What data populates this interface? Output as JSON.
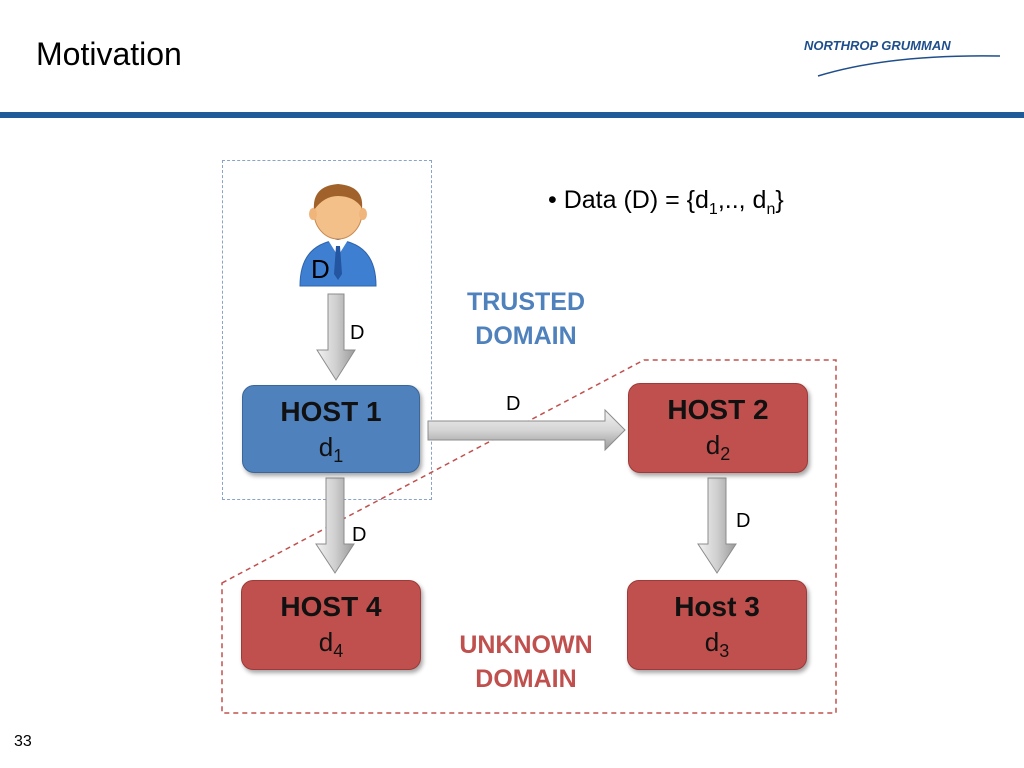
{
  "slide": {
    "title": "Motivation",
    "number": "33",
    "logo_text": "NORTHROP GRUMMAN"
  },
  "bullet": {
    "prefix": "• Data (D) = {d",
    "sub1": "1",
    "middle": ",.., d",
    "subn": "n",
    "suffix": "}"
  },
  "user": {
    "label": "D"
  },
  "hosts": {
    "host1": {
      "name": "HOST 1",
      "data": "d",
      "sub": "1"
    },
    "host2": {
      "name": "HOST 2",
      "data": "d",
      "sub": "2"
    },
    "host3": {
      "name": "Host 3",
      "data": "d",
      "sub": "3"
    },
    "host4": {
      "name": "HOST 4",
      "data": "d",
      "sub": "4"
    }
  },
  "arrow_labels": {
    "user_to_host1": "D",
    "host1_to_host2": "D",
    "host1_to_host4": "D",
    "host2_to_host3": "D"
  },
  "domains": {
    "trusted_line1": "TRUSTED",
    "trusted_line2": "DOMAIN",
    "unknown_line1": "UNKNOWN",
    "unknown_line2": "DOMAIN"
  },
  "colors": {
    "trusted": "#4f81bd",
    "unknown": "#c0504d",
    "header_rule": "#1f5a99",
    "arrow_fill": "#d9d9d9"
  }
}
